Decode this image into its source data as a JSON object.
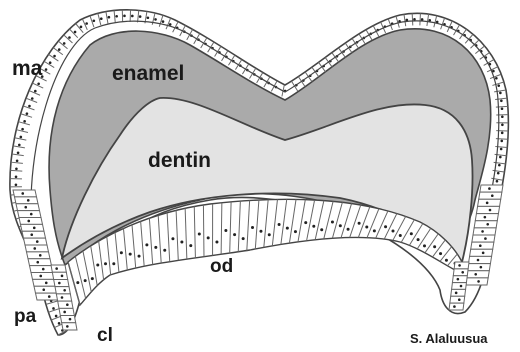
{
  "labels": {
    "enamel": "enamel",
    "dentin": "dentin",
    "ameloblasts": "ma",
    "odontoblasts": "od",
    "papilla": "pa",
    "cervical_loop": "cl",
    "credit": "S. Alaluusua"
  },
  "colors": {
    "enamel": "#aaaaaa",
    "dentin": "#e3e3e3",
    "tissue": "#ffffff",
    "outline": "#444444",
    "cell": "#666666",
    "nucleus": "#222222",
    "text": "#1a1a1a"
  }
}
